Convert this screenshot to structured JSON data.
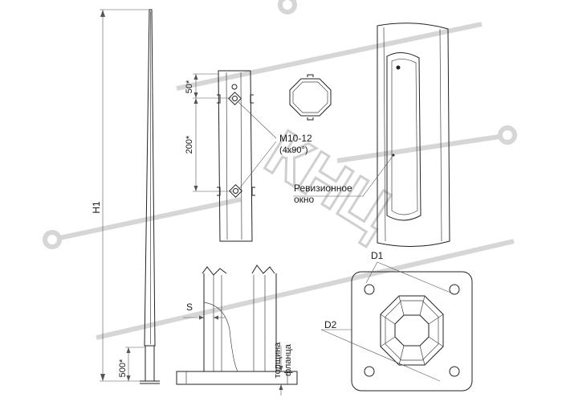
{
  "labels": {
    "h1": "H1",
    "base_500": "500*",
    "dim_50": "50*",
    "dim_200": "200*",
    "bolt_size": "M10-12",
    "bolt_count": "(4x90°)",
    "inspection_window_line1": "Ревизионное",
    "inspection_window_line2": "окно",
    "s": "S",
    "flange_thickness_line1": "толщина",
    "flange_thickness_line2": "фланца",
    "d1": "D1",
    "d2": "D2"
  },
  "watermark": {
    "text": "КНЦ"
  }
}
